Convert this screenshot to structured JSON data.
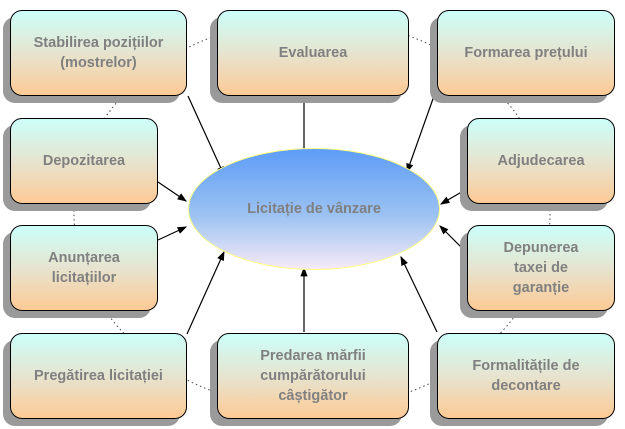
{
  "center": "Licitație de vânzare",
  "boxes": {
    "stabilirea": "Stabilirea pozițiilor (mostrelor)",
    "evaluarea": "Evaluarea",
    "formarea": "Formarea prețului",
    "depozitarea": "Depozitarea",
    "adjudecarea": "Adjudecarea",
    "anuntarea": "Anunțarea licitațiilor",
    "depunerea": "Depunerea taxei de garanție",
    "pregatirea": "Pregătirea licitației",
    "predarea": "Predarea mărfii cumpărătorului câștigător",
    "formalitatile": "Formalitățile de decontare"
  }
}
